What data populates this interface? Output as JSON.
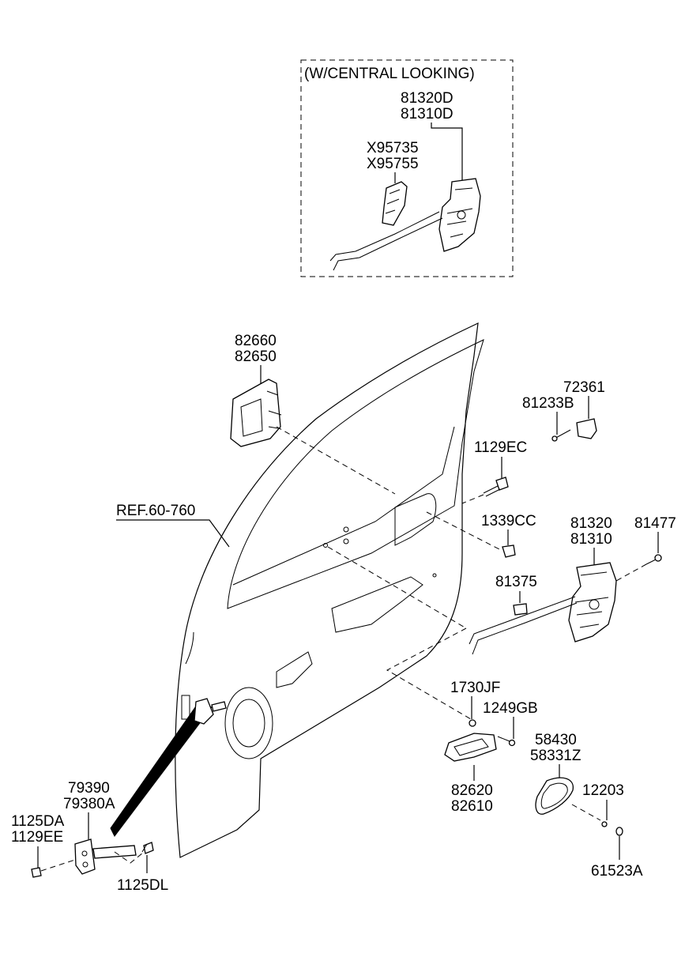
{
  "diagram": {
    "inset_title": "(W/CENTRAL LOOKING)",
    "labels": {
      "p81320D": "81320D",
      "p81310D": "81310D",
      "pX95735": "X95735",
      "pX95755": "X95755",
      "p82660": "82660",
      "p82650": "82650",
      "p72361": "72361",
      "p81233B": "81233B",
      "p1129EC": "1129EC",
      "pREF": "REF.60-760",
      "p1339CC": "1339CC",
      "p81320": "81320",
      "p81310": "81310",
      "p81477": "81477",
      "p81375": "81375",
      "p1730JF": "1730JF",
      "p1249GB": "1249GB",
      "p58430": "58430",
      "p58331Z": "58331Z",
      "p12203": "12203",
      "p61523A": "61523A",
      "p82620": "82620",
      "p82610": "82610",
      "p79390": "79390",
      "p79380A": "79380A",
      "p1125DA": "1125DA",
      "p1129EE": "1129EE",
      "p1125DL": "1125DL"
    }
  }
}
